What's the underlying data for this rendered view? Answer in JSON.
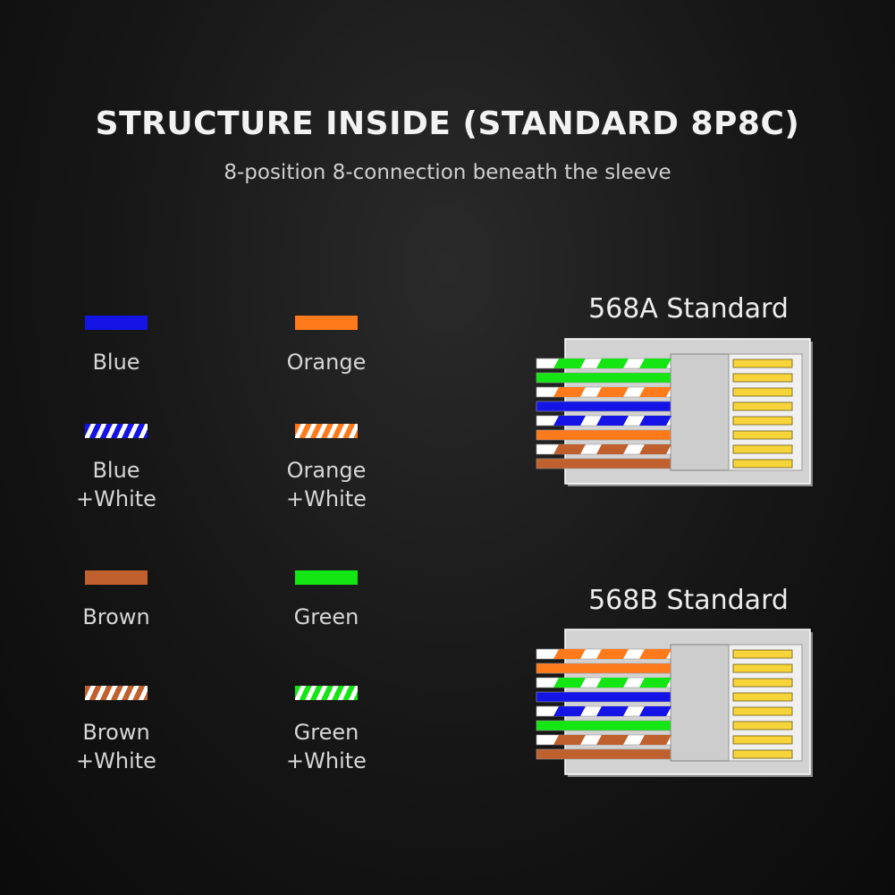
{
  "header": {
    "title": "STRUCTURE INSIDE (STANDARD 8P8C)",
    "subtitle": "8-position 8-connection beneath the sleeve"
  },
  "colors": {
    "blue": "#1414e6",
    "orange": "#ff7a1a",
    "brown": "#c0602e",
    "green": "#14e614",
    "white": "#ffffff",
    "contact": "#f7d43a",
    "housing": "#d2d2d2"
  },
  "legend": [
    {
      "id": "blue",
      "label": "Blue",
      "color": "#1414e6",
      "striped": false
    },
    {
      "id": "orange",
      "label": "Orange",
      "color": "#ff7a1a",
      "striped": false
    },
    {
      "id": "blue-white",
      "label": "Blue\n+White",
      "color": "#1414e6",
      "striped": true
    },
    {
      "id": "orange-white",
      "label": "Orange\n+White",
      "color": "#ff7a1a",
      "striped": true
    },
    {
      "id": "brown",
      "label": "Brown",
      "color": "#c0602e",
      "striped": false
    },
    {
      "id": "green",
      "label": "Green",
      "color": "#14e614",
      "striped": false
    },
    {
      "id": "brown-white",
      "label": "Brown\n+White",
      "color": "#c0602e",
      "striped": true
    },
    {
      "id": "green-white",
      "label": "Green\n+White",
      "color": "#14e614",
      "striped": true
    }
  ],
  "standards": [
    {
      "id": "568a",
      "title": "568A Standard",
      "wires": [
        {
          "color": "#14e614",
          "striped": true
        },
        {
          "color": "#14e614",
          "striped": false
        },
        {
          "color": "#ff7a1a",
          "striped": true
        },
        {
          "color": "#1414e6",
          "striped": false
        },
        {
          "color": "#1414e6",
          "striped": true
        },
        {
          "color": "#ff7a1a",
          "striped": false
        },
        {
          "color": "#c0602e",
          "striped": true
        },
        {
          "color": "#c0602e",
          "striped": false
        }
      ]
    },
    {
      "id": "568b",
      "title": "568B Standard",
      "wires": [
        {
          "color": "#ff7a1a",
          "striped": true
        },
        {
          "color": "#ff7a1a",
          "striped": false
        },
        {
          "color": "#14e614",
          "striped": true
        },
        {
          "color": "#1414e6",
          "striped": false
        },
        {
          "color": "#1414e6",
          "striped": true
        },
        {
          "color": "#14e614",
          "striped": false
        },
        {
          "color": "#c0602e",
          "striped": true
        },
        {
          "color": "#c0602e",
          "striped": false
        }
      ]
    }
  ]
}
